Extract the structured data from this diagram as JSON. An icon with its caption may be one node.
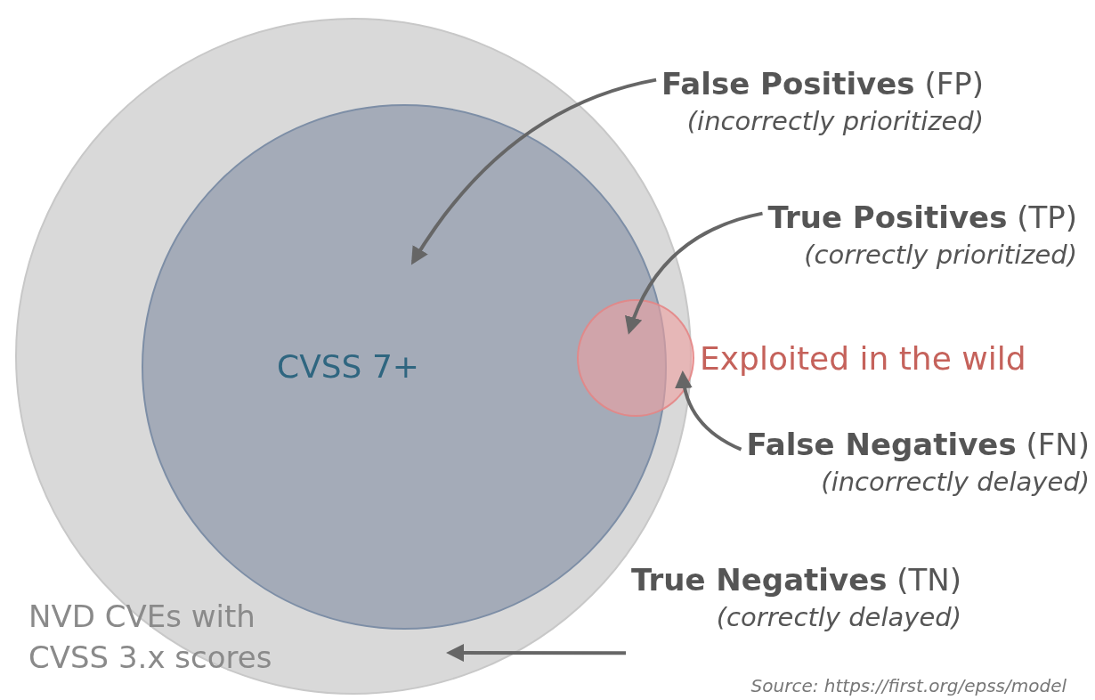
{
  "diagram": {
    "nodes": [
      {
        "text": [
          "NVD CVEs with CVSS 3.x scores"
        ]
      },
      {
        "text": [
          "CVSS 7+"
        ],
        "in": 0
      },
      {
        "text": [
          "Exploited in the wild"
        ],
        "in": 0
      },
      {
        "text": [
          "**False Positives** (FP)",
          "(incorrectly prioritized)"
        ]
      },
      {
        "text": [
          "**True Positives** (TP)",
          "(correctly prioritized)"
        ]
      },
      {
        "text": [
          "**False Negatives** (FN)",
          "(incorrectly delayed)"
        ]
      },
      {
        "text": [
          "**True Negatives** (TN)",
          "(correctly delayed)"
        ]
      }
    ],
    "edges": [
      {
        "from": 3,
        "to": 1,
        "arrow": "to"
      },
      {
        "from": 4,
        "to": 2,
        "arrow": "to"
      },
      {
        "from": 5,
        "to": 2,
        "arrow": "to"
      },
      {
        "from": 6,
        "to": 0,
        "arrow": "to"
      }
    ],
    "labels": [
      "Source: https://first.org/epss/model"
    ]
  }
}
